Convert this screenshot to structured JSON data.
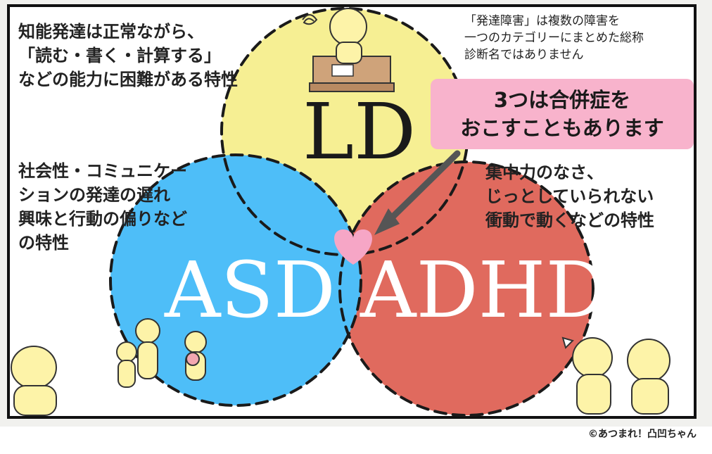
{
  "labels": {
    "ld": "LD",
    "asd": "ASD",
    "adhd": "ADHD"
  },
  "descriptions": {
    "ld": [
      "知能発達は正常ながら、",
      "「読む・書く・計算する」",
      "などの能力に困難がある特性"
    ],
    "asd": [
      "社会性・コミュニケー",
      "ションの発達の遅れ",
      "興味と行動の偏りなど",
      "の特性"
    ],
    "adhd": [
      "集中力のなさ、",
      "じっとしていられない",
      "衝動で動くなどの特性"
    ]
  },
  "note": [
    "「発達障害」は複数の障害を",
    "一つのカテゴリーにまとめた総称",
    "診断名ではありません"
  ],
  "callout": [
    "3つは合併症を",
    "おこすこともあります"
  ],
  "credit": "©あつまれ！凸凹ちゃん",
  "colors": {
    "ld_circle": "#f6ef93",
    "asd_circle": "#4ebef8",
    "adhd_circle": "#e06a5e",
    "callout_bg": "#f8b3cc",
    "heart": "#f6a6c6",
    "arrow": "#555555"
  }
}
